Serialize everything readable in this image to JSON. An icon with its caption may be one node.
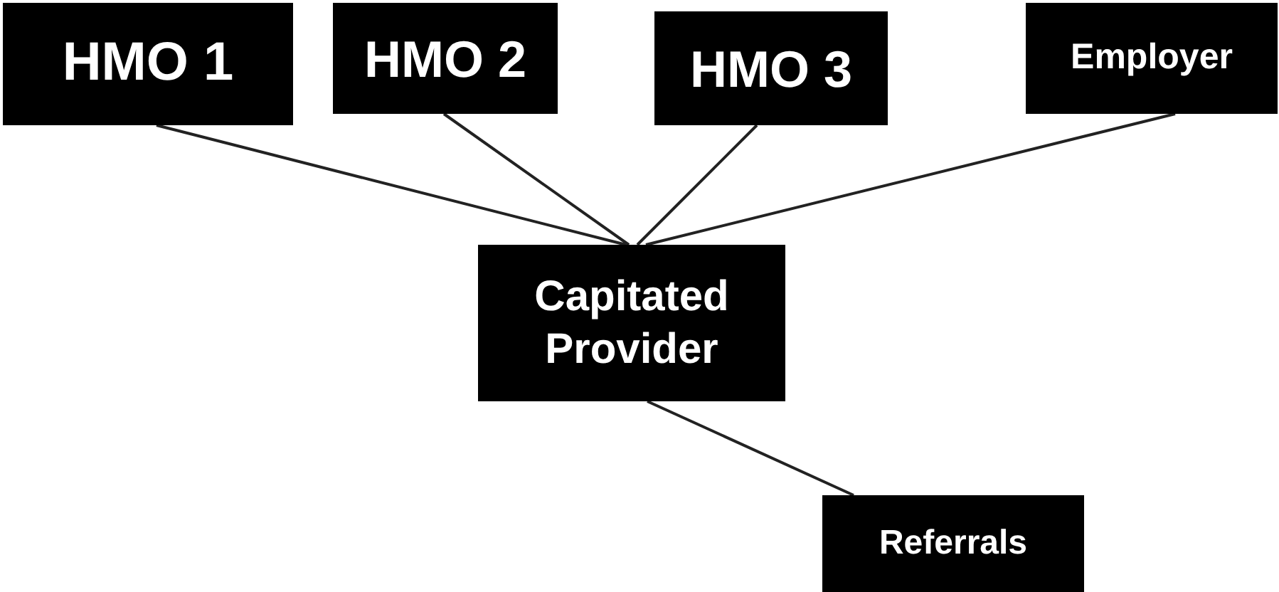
{
  "diagram": {
    "nodes": [
      {
        "text": [
          "HMO 1"
        ]
      },
      {
        "text": [
          "HMO 2"
        ]
      },
      {
        "text": [
          "HMO 3"
        ]
      },
      {
        "text": [
          "Employer"
        ]
      },
      {
        "text": [
          "Capitated Provider"
        ]
      },
      {
        "text": [
          "Referrals"
        ]
      }
    ],
    "edges": [
      {
        "from": 0,
        "to": 4,
        "arrow": "none"
      },
      {
        "from": 1,
        "to": 4,
        "arrow": "none"
      },
      {
        "from": 2,
        "to": 4,
        "arrow": "none"
      },
      {
        "from": 3,
        "to": 4,
        "arrow": "none"
      },
      {
        "from": 4,
        "to": 5,
        "arrow": "none"
      }
    ]
  }
}
